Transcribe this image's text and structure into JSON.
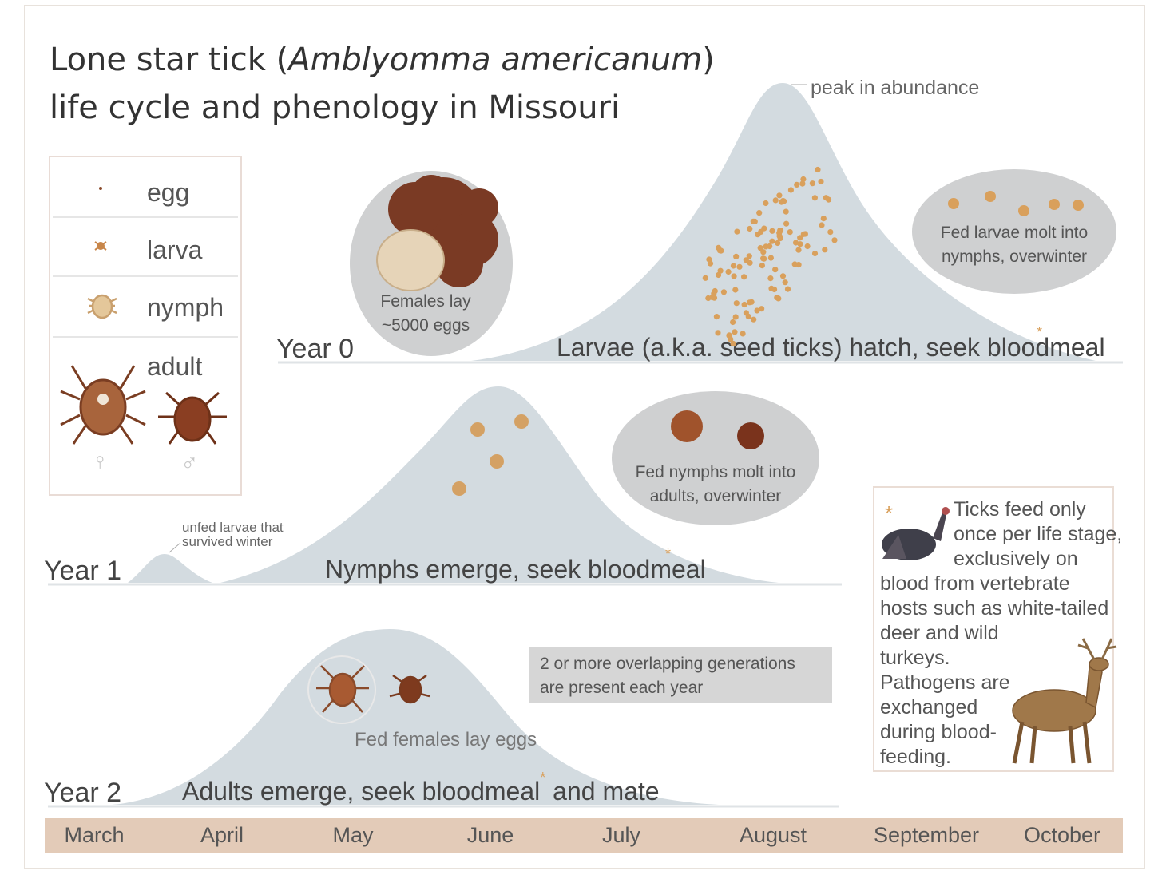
{
  "title": {
    "prefix": "Lone star tick (",
    "species": "Amblyomma americanum",
    "suffix": ")",
    "line2": "life cycle and phenology in Missouri"
  },
  "legend": {
    "egg": "egg",
    "larva": "larva",
    "nymph": "nymph",
    "adult": "adult",
    "female_symbol": "♀",
    "male_symbol": "♂"
  },
  "years": {
    "year0": "Year 0",
    "year1": "Year 1",
    "year2": "Year 2"
  },
  "curves": {
    "year0_label": "Larvae (a.k.a. seed ticks) hatch, seek bloodmeal",
    "year1_label": "Nymphs emerge, seek bloodmeal",
    "year2_label_a": "Adults emerge, seek bloodmeal",
    "year2_label_b": " and mate",
    "asterisk": "*"
  },
  "annotations": {
    "peak": "peak in abundance",
    "unfed_line1": "unfed larvae that",
    "unfed_line2": "survived winter",
    "females_lay_line1": "Females lay",
    "females_lay_line2": "~5000 eggs",
    "fed_larvae_line1": "Fed larvae molt into",
    "fed_larvae_line2": "nymphs, overwinter",
    "fed_nymphs_line1": "Fed nymphs molt into",
    "fed_nymphs_line2": "adults, overwinter",
    "generations_line1": "2 or more overlapping generations",
    "generations_line2": "are present each year",
    "fed_females": "Fed females lay eggs"
  },
  "info_box": {
    "lines": [
      "Ticks feed only",
      "once per life stage,",
      "exclusively on",
      "blood from vertebrate",
      "hosts such as white-tailed",
      "deer and wild",
      "turkeys.",
      "Pathogens are",
      "exchanged",
      "during blood-",
      "feeding."
    ]
  },
  "months": [
    "March",
    "April",
    "May",
    "June",
    "July",
    "August",
    "September",
    "October"
  ],
  "colors": {
    "curve_fill": "#d3dbe0",
    "bubble_fill": "#cfd0d1",
    "month_bar": "#e3cbb8",
    "tick_brown": "#8a4a2a",
    "larva_tan": "#d9a05c"
  }
}
